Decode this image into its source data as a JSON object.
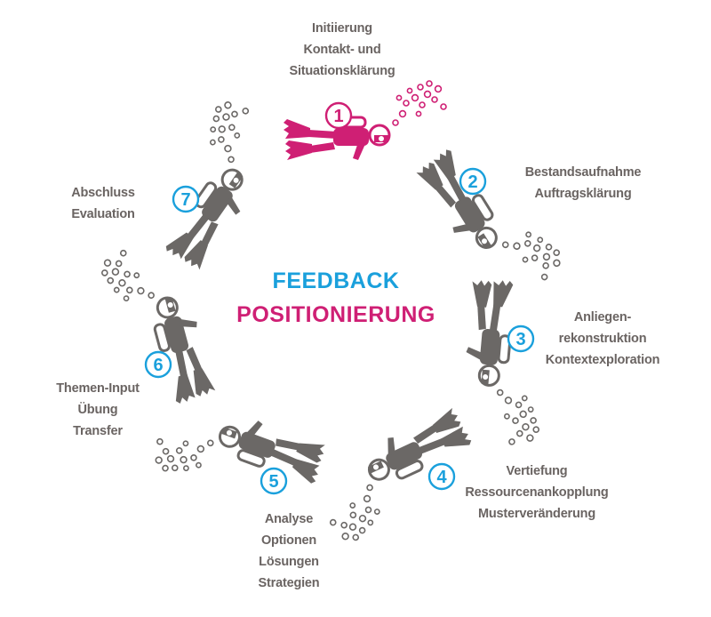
{
  "center": {
    "line1": "FEEDBACK",
    "line2": "POSITIONIERUNG"
  },
  "colors": {
    "blue": "#1aa0dc",
    "magenta": "#cf1f74",
    "gray": "#6a6462",
    "diver": "#6b6866"
  },
  "steps": [
    {
      "number": "1",
      "lines": [
        "Initiierung",
        "Kontakt- und",
        "Situationsklärung"
      ]
    },
    {
      "number": "2",
      "lines": [
        "Bestandsaufnahme",
        "Auftragsklärung"
      ]
    },
    {
      "number": "3",
      "lines": [
        "Anliegen-",
        "rekonstruktion",
        "Kontextexploration"
      ]
    },
    {
      "number": "4",
      "lines": [
        "Vertiefung",
        "Ressourcenankopplung",
        "Musterveränderung"
      ]
    },
    {
      "number": "5",
      "lines": [
        "Analyse",
        "Optionen",
        "Lösungen",
        "Strategien"
      ]
    },
    {
      "number": "6",
      "lines": [
        "Themen-Input",
        "Übung",
        "Transfer"
      ]
    },
    {
      "number": "7",
      "lines": [
        "Abschluss",
        "Evaluation"
      ]
    }
  ]
}
